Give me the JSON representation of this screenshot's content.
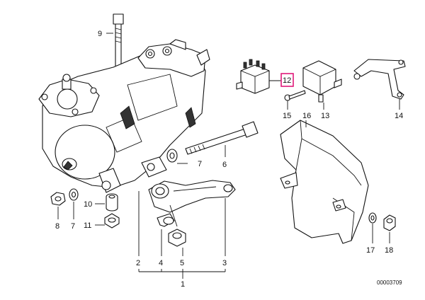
{
  "callouts": {
    "n1": "1",
    "n2": "2",
    "n3": "3",
    "n4": "4",
    "n5": "5",
    "n6": "6",
    "n7": "7",
    "n8": "8",
    "n9": "9",
    "n10": "10",
    "n11": "11",
    "n12": "12",
    "n13": "13",
    "n14": "14",
    "n15": "15",
    "n16": "16",
    "n17": "17",
    "n18": "18",
    "n7b": "7"
  },
  "highlight_color": "#e0197a",
  "document_number": "00003709"
}
